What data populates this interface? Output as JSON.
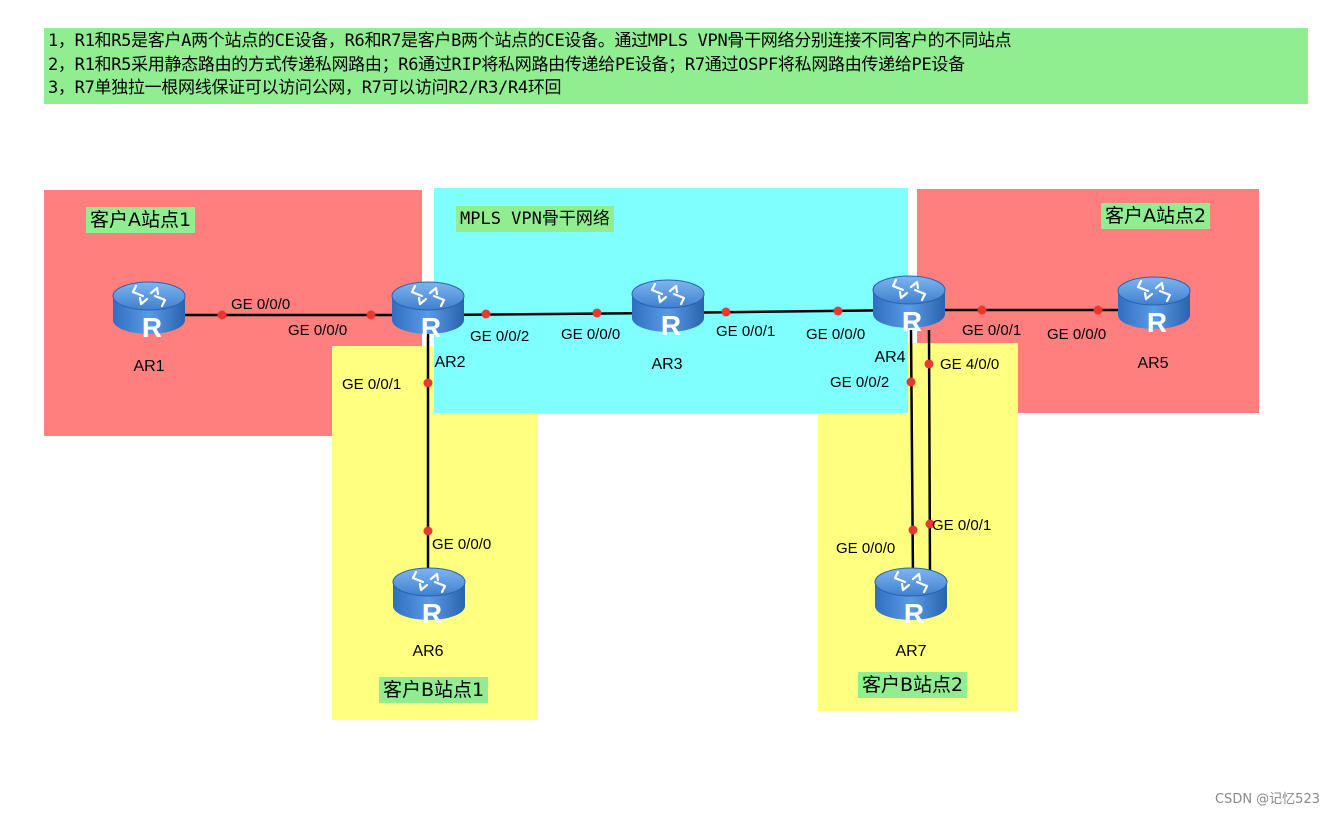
{
  "notes": [
    "1，R1和R5是客户A两个站点的CE设备，R6和R7是客户B两个站点的CE设备。通过MPLS VPN骨干网络分别连接不同客户的不同站点",
    "2，R1和R5采用静态路由的方式传递私网路由；R6通过RIP将私网路由传递给PE设备；R7通过OSPF将私网路由传递给PE设备",
    "3，R7单独拉一根网线保证可以访问公网，R7可以访问R2/R3/R4环回"
  ],
  "zones": {
    "customer_a_site1": "客户A站点1",
    "customer_a_site2": "客户A站点2",
    "backbone": "MPLS VPN骨干网络",
    "customer_b_site1": "客户B站点1",
    "customer_b_site2": "客户B站点2"
  },
  "routers": {
    "ar1": "AR1",
    "ar2": "AR2",
    "ar3": "AR3",
    "ar4": "AR4",
    "ar5": "AR5",
    "ar6": "AR6",
    "ar7": "AR7",
    "icon_letter": "R"
  },
  "ports": {
    "ar1_g000": "GE 0/0/0",
    "ar2_g000": "GE 0/0/0",
    "ar2_g002": "GE 0/0/2",
    "ar3_g000": "GE 0/0/0",
    "ar3_g001": "GE 0/0/1",
    "ar4_g000": "GE 0/0/0",
    "ar4_g001": "GE 0/0/1",
    "ar5_g000": "GE 0/0/0",
    "ar2_g001": "GE 0/0/1",
    "ar6_g000": "GE 0/0/0",
    "ar4_g002": "GE 0/0/2",
    "ar4_g400": "GE 4/0/0",
    "ar7_g000": "GE 0/0/0",
    "ar7_g001": "GE 0/0/1"
  },
  "watermark": "CSDN @记忆523",
  "colors": {
    "customer_a": "#ff7f7f",
    "customer_b": "#ffff80",
    "backbone": "#80ffff",
    "label_bg": "#90ee90",
    "port_dot": "#e8392e"
  }
}
